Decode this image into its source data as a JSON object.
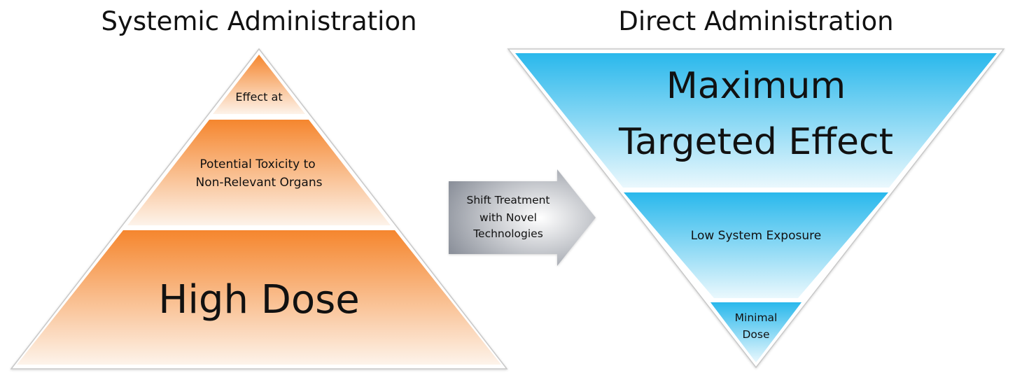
{
  "systemic": {
    "title": "Systemic Administration",
    "tiers": {
      "top": "Effect at",
      "middle_line1": "Potential Toxicity to",
      "middle_line2": "Non-Relevant Organs",
      "bottom": "High Dose"
    }
  },
  "arrow": {
    "line1": "Shift Treatment",
    "line2": "with Novel",
    "line3": "Technologies"
  },
  "direct": {
    "title": "Direct Administration",
    "tiers": {
      "top_line1": "Maximum",
      "top_line2": "Targeted Effect",
      "middle": "Low System Exposure",
      "bottom_line1": "Minimal",
      "bottom_line2": "Dose"
    }
  },
  "colors": {
    "orange": "#f5862e",
    "blue": "#29b8ec",
    "arrow_gray": "#8c919b"
  }
}
